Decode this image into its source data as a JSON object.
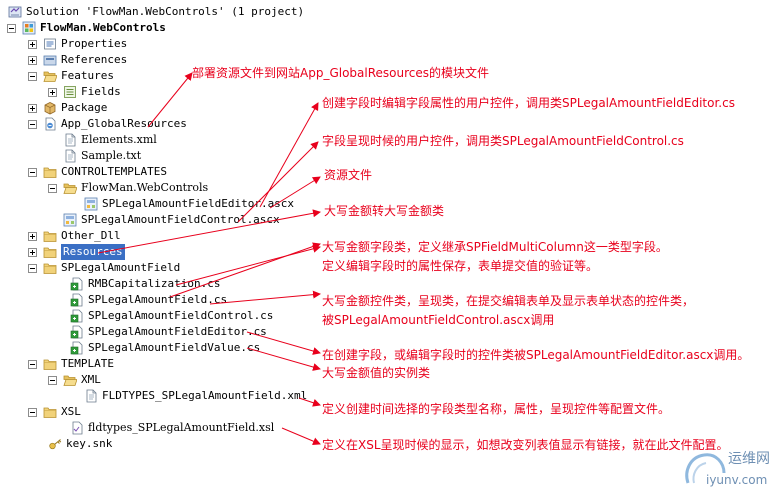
{
  "solution_title": "Solution 'FlowMan.WebControls' (1 project)",
  "project": "FlowMan.WebControls",
  "items": {
    "properties": "Properties",
    "references": "References",
    "features": "Features",
    "fields": "Fields",
    "package": "Package",
    "app_globalresources": "App_GlobalResources",
    "elements_xml": "Elements.xml",
    "sample_txt": "Sample.txt",
    "controltemplates": "CONTROLTEMPLATES",
    "flowman_webcontrols": "FlowMan.WebControls",
    "editor_ascx": "SPLegalAmountFieldEditor.ascx",
    "control_ascx": "SPLegalAmountFieldControl.ascx",
    "other_dll": "Other_Dll",
    "resources": "Resources",
    "splegalamountfield": "SPLegalAmountField",
    "rmbcapitalization_cs": "RMBCapitalization.cs",
    "field_cs": "SPLegalAmountField.cs",
    "fieldcontrol_cs": "SPLegalAmountFieldControl.cs",
    "fieldeditor_cs": "SPLegalAmountFieldEditor.cs",
    "fieldvalue_cs": "SPLegalAmountFieldValue.cs",
    "template": "TEMPLATE",
    "xml": "XML",
    "fldtypes_xml": "FLDTYPES_SPLegalAmountField.xml",
    "xsl": "XSL",
    "fldtypes_xsl": "fldtypes_SPLegalAmountField.xsl",
    "key_snk": "key.snk"
  },
  "notes": {
    "n1": "部署资源文件到网站App_GlobalResources的模块文件",
    "n2": "创建字段时编辑字段属性的用户控件，调用类SPLegalAmountFieldEditor.cs",
    "n3": "字段呈现时候的用户控件，调用类SPLegalAmountFieldControl.cs",
    "n4": "资源文件",
    "n5": "大写金额转大写金额类",
    "n6a": "大写金额字段类，定义继承SPFieldMultiColumn这一类型字段。",
    "n6b": "定义编辑字段时的属性保存，表单提交值的验证等。",
    "n7a": "大写金额控件类，呈现类，在提交编辑表单及显示表单状态的控件类，",
    "n7b": "被SPLegalAmountFieldControl.ascx调用",
    "n8": "在创建字段，或编辑字段时的控件类被SPLegalAmountFieldEditor.ascx调用。",
    "n9": "大写金额值的实例类",
    "n10": "定义创建时间选择的字段类型名称，属性，呈现控件等配置文件。",
    "n11": "定义在XSL呈现时候的显示，如想改变列表值显示有链接，就在此文件配置。"
  },
  "watermark": {
    "cn": "运维网",
    "en": "iyunv.com"
  },
  "colors": {
    "annotation": "#e8001c",
    "selection": "#3a6fc4",
    "folder": "#e8c15a"
  }
}
